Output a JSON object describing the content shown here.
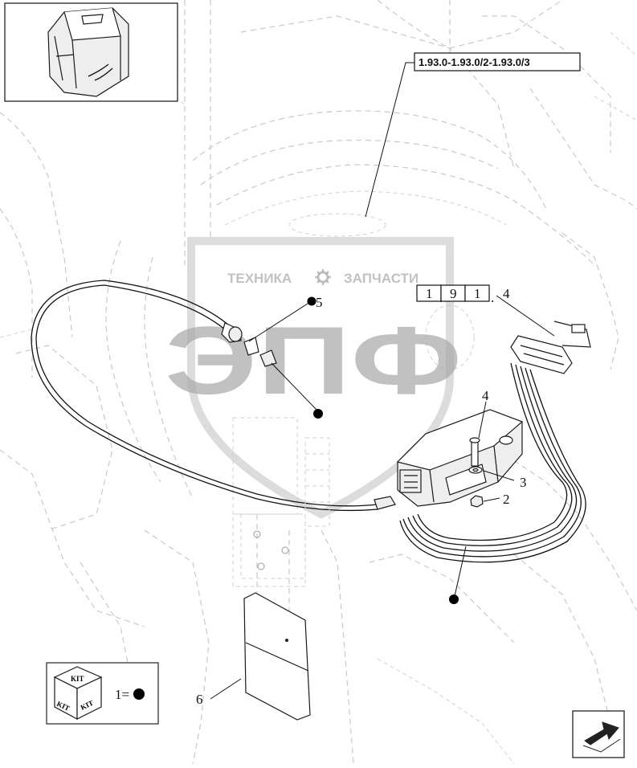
{
  "reference_labels": {
    "top_right": "1.93.0-1.93.0/2-1.93.0/3",
    "mid_boxes": [
      "1",
      "9",
      "1"
    ],
    "mid_suffix": "4"
  },
  "watermark": {
    "line1_left": "ТЕХНИКА",
    "line1_right": "ЗАПЧАСТИ",
    "logo": "ЭПФ"
  },
  "callouts": {
    "item2": "2",
    "item3": "3",
    "item4": "4",
    "item5": "5",
    "item6": "6"
  },
  "kit_legend": {
    "cube_top": "KIT",
    "cube_left": "KIT",
    "cube_right": "KIT",
    "equation": "1="
  },
  "icons": [
    "thumbnail-cab-icon",
    "kit-cube-icon",
    "next-page-arrow-icon",
    "gear-icon"
  ]
}
